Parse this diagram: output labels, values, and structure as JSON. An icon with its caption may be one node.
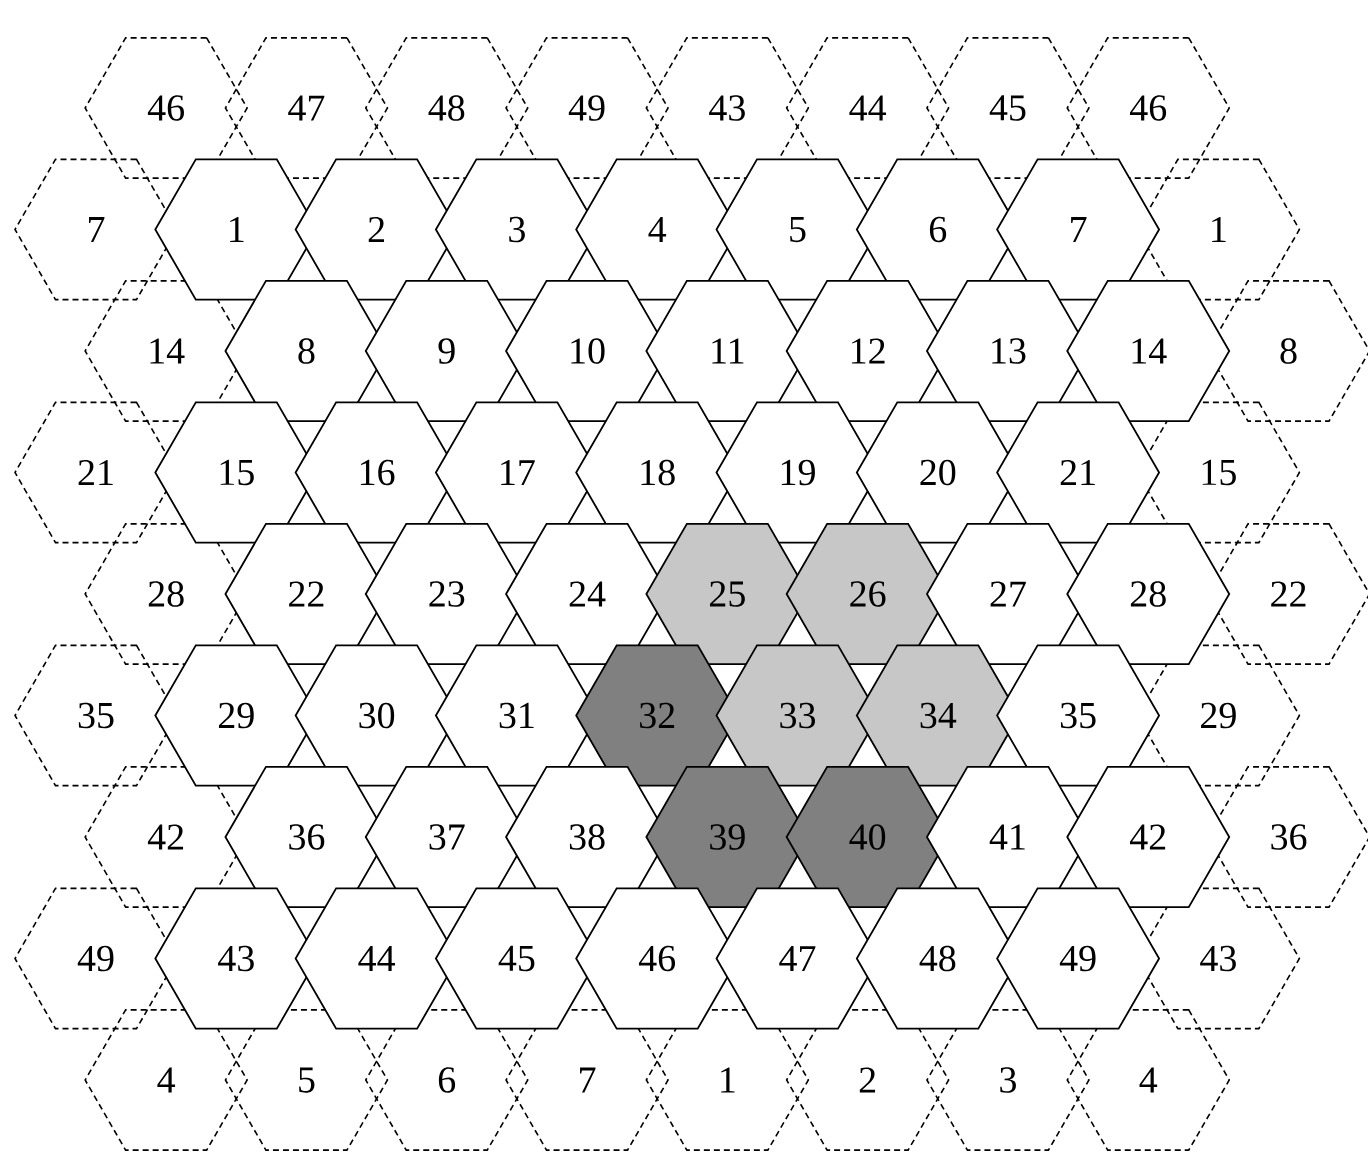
{
  "diagram": {
    "nodes": [
      {
        "text": [
          "46"
        ]
      },
      {
        "text": [
          "47"
        ]
      },
      {
        "text": [
          "48"
        ]
      },
      {
        "text": [
          "49"
        ]
      },
      {
        "text": [
          "43"
        ]
      },
      {
        "text": [
          "44"
        ]
      },
      {
        "text": [
          "45"
        ]
      },
      {
        "text": [
          "46"
        ]
      },
      {
        "text": [
          "7"
        ]
      },
      {
        "text": [
          "1"
        ]
      },
      {
        "text": [
          "2"
        ]
      },
      {
        "text": [
          "3"
        ]
      },
      {
        "text": [
          "4"
        ]
      },
      {
        "text": [
          "5"
        ]
      },
      {
        "text": [
          "6"
        ]
      },
      {
        "text": [
          "7"
        ]
      },
      {
        "text": [
          "1"
        ]
      },
      {
        "text": [
          "14"
        ]
      },
      {
        "text": [
          "8"
        ]
      },
      {
        "text": [
          "9"
        ]
      },
      {
        "text": [
          "10"
        ]
      },
      {
        "text": [
          "11"
        ]
      },
      {
        "text": [
          "12"
        ]
      },
      {
        "text": [
          "13"
        ]
      },
      {
        "text": [
          "14"
        ]
      },
      {
        "text": [
          "8"
        ]
      },
      {
        "text": [
          "21"
        ]
      },
      {
        "text": [
          "15"
        ]
      },
      {
        "text": [
          "16"
        ]
      },
      {
        "text": [
          "17"
        ]
      },
      {
        "text": [
          "18"
        ]
      },
      {
        "text": [
          "19"
        ]
      },
      {
        "text": [
          "20"
        ]
      },
      {
        "text": [
          "21"
        ]
      },
      {
        "text": [
          "15"
        ]
      },
      {
        "text": [
          "28"
        ]
      },
      {
        "text": [
          "22"
        ]
      },
      {
        "text": [
          "23"
        ]
      },
      {
        "text": [
          "24"
        ]
      },
      {
        "text": [
          "25"
        ]
      },
      {
        "text": [
          "26"
        ]
      },
      {
        "text": [
          "27"
        ]
      },
      {
        "text": [
          "28"
        ]
      },
      {
        "text": [
          "22"
        ]
      },
      {
        "text": [
          "35"
        ]
      },
      {
        "text": [
          "29"
        ]
      },
      {
        "text": [
          "30"
        ]
      },
      {
        "text": [
          "31"
        ]
      },
      {
        "text": [
          "32"
        ]
      },
      {
        "text": [
          "33"
        ]
      },
      {
        "text": [
          "34"
        ]
      },
      {
        "text": [
          "35"
        ]
      },
      {
        "text": [
          "29"
        ]
      },
      {
        "text": [
          "42"
        ]
      },
      {
        "text": [
          "36"
        ]
      },
      {
        "text": [
          "37"
        ]
      },
      {
        "text": [
          "38"
        ]
      },
      {
        "text": [
          "39"
        ]
      },
      {
        "text": [
          "40"
        ]
      },
      {
        "text": [
          "41"
        ]
      },
      {
        "text": [
          "42"
        ]
      },
      {
        "text": [
          "36"
        ]
      },
      {
        "text": [
          "49"
        ]
      },
      {
        "text": [
          "43"
        ]
      },
      {
        "text": [
          "44"
        ]
      },
      {
        "text": [
          "45"
        ]
      },
      {
        "text": [
          "46"
        ]
      },
      {
        "text": [
          "47"
        ]
      },
      {
        "text": [
          "48"
        ]
      },
      {
        "text": [
          "49"
        ]
      },
      {
        "text": [
          "43"
        ]
      },
      {
        "text": [
          "4"
        ]
      },
      {
        "text": [
          "5"
        ]
      },
      {
        "text": [
          "6"
        ]
      },
      {
        "text": [
          "7"
        ]
      },
      {
        "text": [
          "1"
        ]
      },
      {
        "text": [
          "2"
        ]
      },
      {
        "text": [
          "3"
        ]
      },
      {
        "text": [
          "4"
        ]
      }
    ]
  }
}
